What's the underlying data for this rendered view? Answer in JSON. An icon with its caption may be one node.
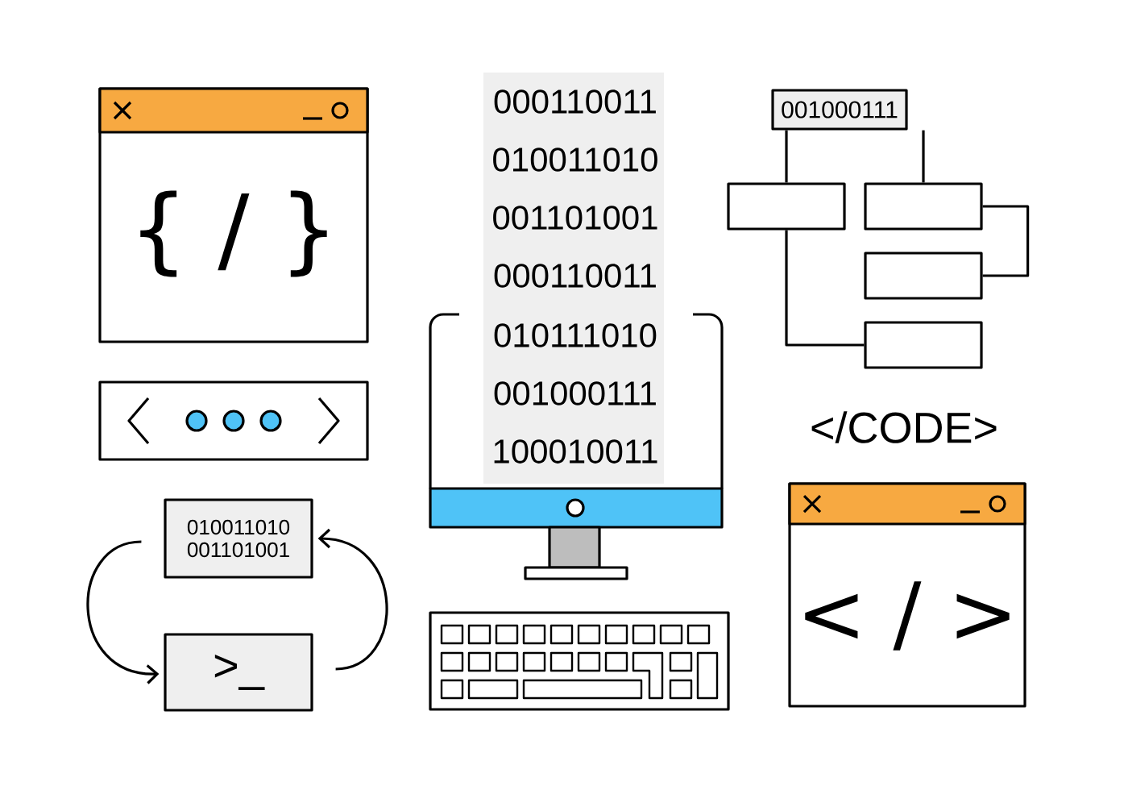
{
  "diagram": {
    "nodes": [
      {
        "text": [
          "001000111"
        ]
      },
      {
        "text": [],
        "shape": "box"
      },
      {
        "text": [],
        "shape": "box"
      },
      {
        "text": [],
        "shape": "box"
      },
      {
        "text": [],
        "shape": "box"
      },
      {
        "text": [
          "010011010 001101001"
        ]
      },
      {
        "text": [
          ">_"
        ]
      }
    ],
    "edges": [
      {
        "from": 0,
        "to": 1,
        "arrow": "none"
      },
      {
        "from": 0,
        "to": 2,
        "arrow": "none"
      },
      {
        "from": 2,
        "to": 3,
        "arrow": "none"
      },
      {
        "from": 1,
        "to": 4,
        "arrow": "none"
      },
      {
        "from": 5,
        "to": 6,
        "arrow": "to"
      },
      {
        "from": 6,
        "to": 5,
        "arrow": "to"
      }
    ],
    "labels": [
      "{ / }",
      "000110011",
      "010011010",
      "001101001",
      "000110011",
      "010111010",
      "001000111",
      "100010011",
      "</CODE>",
      "< / >"
    ]
  }
}
